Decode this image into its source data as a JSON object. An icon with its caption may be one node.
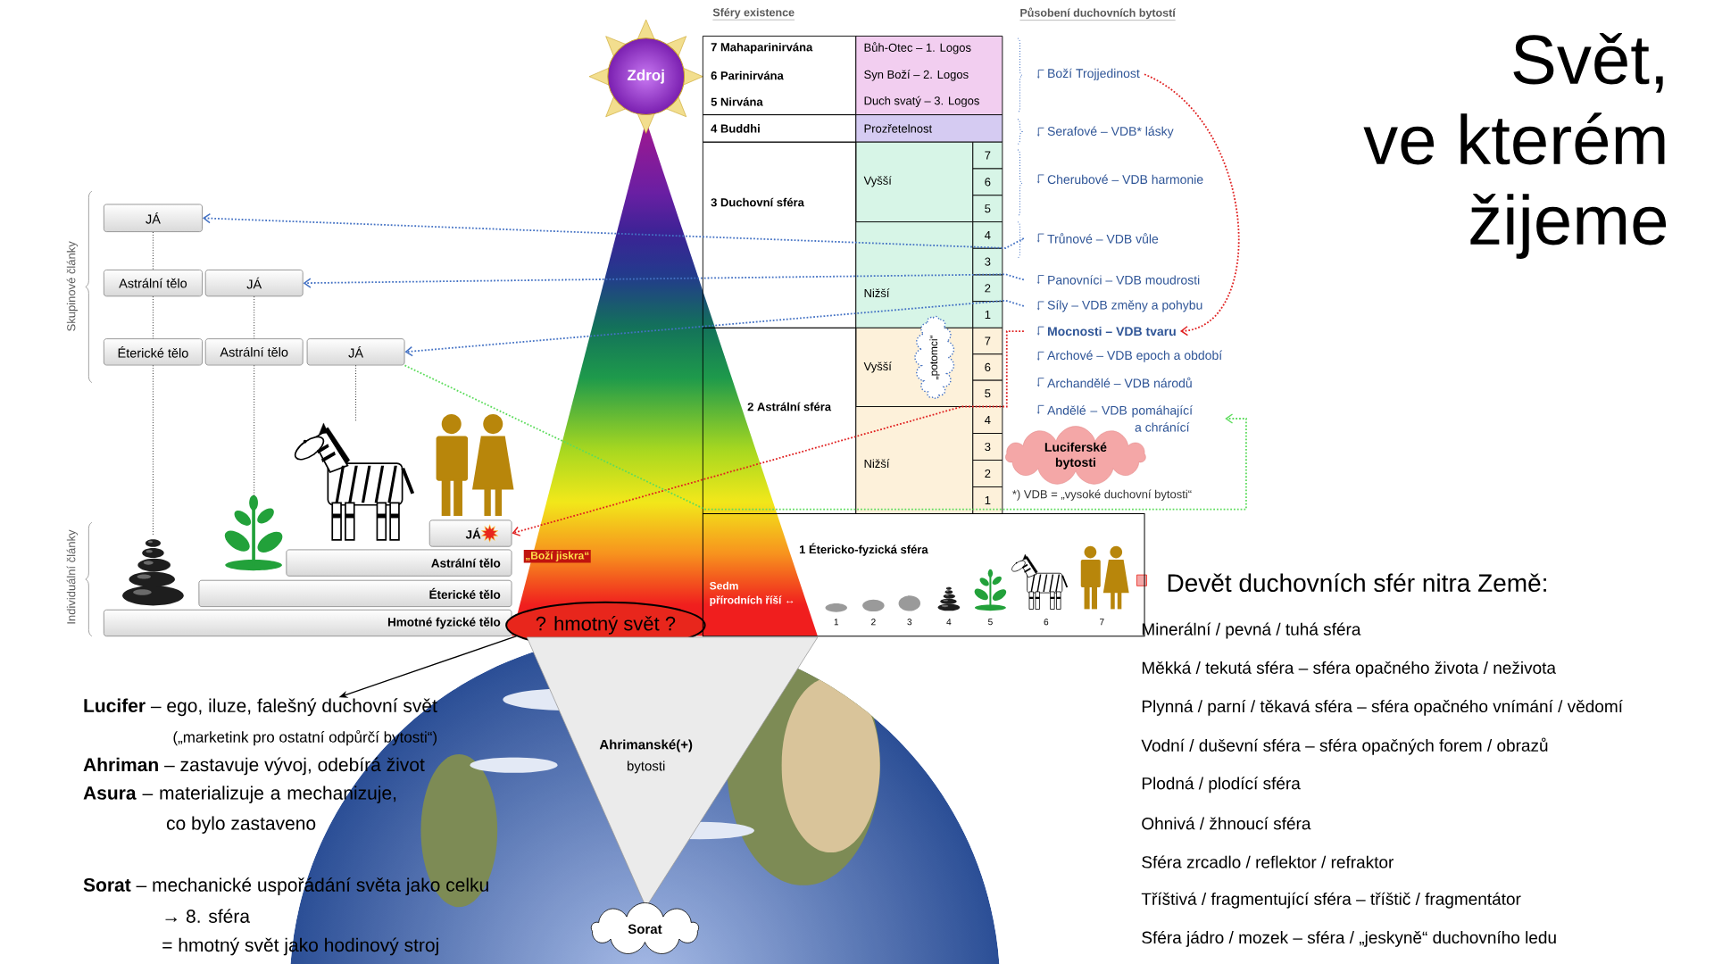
{
  "diagram": {
    "title": "Svět, ve kterém žijeme",
    "nodes": [
      {
        "text": [
          "Zdroj"
        ]
      },
      {
        "text": [
          "JÁ"
        ]
      },
      {
        "text": [
          "Astrální tělo"
        ]
      },
      {
        "text": [
          "JÁ"
        ]
      },
      {
        "text": [
          "Éterické tělo"
        ]
      },
      {
        "text": [
          "Astrální tělo"
        ]
      },
      {
        "text": [
          "JÁ"
        ]
      },
      {
        "text": [],
        "shape": "picture"
      },
      {
        "text": [],
        "shape": "picture"
      },
      {
        "text": [],
        "shape": "picture"
      },
      {
        "text": [
          "JÁ"
        ],
        "beside": [
          "„Boží jiskra“"
        ]
      },
      {
        "text": [
          "Astrální tělo"
        ]
      },
      {
        "text": [
          "Éterické tělo"
        ]
      },
      {
        "text": [
          "Hmotné fyzické tělo"
        ]
      },
      {
        "text": [
          "? hmotný svět ?"
        ]
      },
      {
        "text": [
          "„potomci“"
        ]
      },
      {
        "text": [
          "Boží Trojjedinost"
        ]
      },
      {
        "text": [
          "Trůnové – VDB vůle"
        ]
      },
      {
        "text": [
          "Panovníci – VDB moudrosti"
        ]
      },
      {
        "text": [
          "Síly – VDB změny a pohybu"
        ]
      },
      {
        "text": [
          "Mocnosti – VDB tvaru"
        ]
      },
      {
        "text": [
          "Andělé – VDB pomáhající a chránící"
        ]
      },
      {
        "text": [
          "Luciferské bytosti"
        ]
      },
      {
        "text": [
          "1 Étericko-fyzická sféra",
          "Sedm přírodních říší ↔"
        ]
      },
      {
        "text": [
          "Ahrimanské(+)",
          "bytosti"
        ]
      },
      {
        "text": [
          "Sorat"
        ]
      },
      {
        "text": [
          "**Lucifer** – ego, iluze, falešný duchovní svět"
        ]
      }
    ],
    "edges": [
      {
        "from": 17,
        "to": 1,
        "arrow": "to",
        "style": "dashed",
        "color": "#4472c4"
      },
      {
        "from": 18,
        "to": 3,
        "arrow": "to",
        "style": "dashed",
        "color": "#4472c4"
      },
      {
        "from": 19,
        "to": 6,
        "arrow": "to",
        "style": "dashed",
        "color": "#4472c4"
      },
      {
        "from": 16,
        "to": 20,
        "arrow": "to",
        "style": "dashed",
        "color": "#e02020"
      },
      {
        "from": 20,
        "to": 10,
        "arrow": "to",
        "style": "dashed",
        "color": "#e02020"
      },
      {
        "from": 6,
        "to": 21,
        "arrow": "to",
        "style": "dashed",
        "color": "#5ddc5d"
      },
      {
        "from": 1,
        "to": 2,
        "arrow": "none",
        "style": "dashed"
      },
      {
        "from": 2,
        "to": 4,
        "arrow": "none",
        "style": "dashed"
      },
      {
        "from": 4,
        "to": 7,
        "arrow": "none",
        "style": "dashed"
      },
      {
        "from": 3,
        "to": 5,
        "arrow": "none",
        "style": "dashed"
      },
      {
        "from": 5,
        "to": 8,
        "arrow": "none",
        "style": "dashed"
      },
      {
        "from": 6,
        "to": 9,
        "arrow": "none",
        "style": "dashed"
      },
      {
        "from": 14,
        "to": 26,
        "arrow": "to"
      }
    ],
    "labels": [
      "Sféry existence",
      "Působení duchovních bytostí",
      "7 Mahaparinirvána",
      "Bůh-Otec – 1. Logos",
      "6 Parinirvána",
      "Syn Boží – 2. Logos",
      "5 Nirvána",
      "Duch svatý – 3. Logos",
      "4 Buddhi",
      "Prozřetelnost",
      "Vyšší",
      "7",
      "6",
      "5",
      "3 Duchovní sféra",
      "Nižší",
      "4",
      "3",
      "2",
      "1",
      "Vyšší",
      "7",
      "6",
      "5",
      "2 Astrální sféra",
      "Nižší",
      "4",
      "3",
      "2",
      "1",
      "Serafové – VDB* lásky",
      "Cherubové – VDB harmonie",
      "Archové – VDB epoch a období",
      "Archandělé – VDB národů",
      "*) VDB = „vysoké duchovní bytosti“",
      "Skupinové články",
      "Individuální články",
      "1",
      "2",
      "3",
      "4",
      "5",
      "6",
      "7",
      "Devět duchovních sfér nitra Země:",
      "Minerální / pevná / tuhá sféra",
      "Měkká / tekutá sféra – sféra opačného života / neživota",
      "Plynná / parní / těkavá sféra – sféra opačného vnímání / vědomí",
      "Vodní / duševní sféra – sféra opačných forem / obrazů",
      "Plodná / plodící sféra",
      "Ohnivá / žhnoucí sféra",
      "Sféra zrcadlo / reflektor / refraktor",
      "Tříštivá / fragmentující sféra – tříštič / fragmentátor",
      "Sféra jádro / mozek – sféra / „jeskyně“ duchovního ledu",
      "(„marketink pro ostatní odpůrčí bytosti“)",
      "**Ahriman** – zastavuje vývoj, odebírá život",
      "**Asura** – materializuje a mechanizuje, co bylo zastaveno",
      "**Sorat** – mechanické uspořádání světa jako celku",
      "→ 8. sféra",
      "= hmotný svět jako hodinový stroj"
    ]
  }
}
